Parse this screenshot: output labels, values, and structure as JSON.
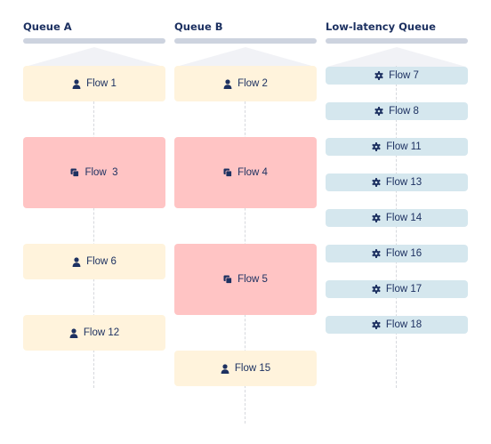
{
  "colors": {
    "title": "#1d3161",
    "bar": "#cdd3df",
    "user_card": "#fff3dc",
    "batch_card": "#ffc4c4",
    "system_card": "#d5e7ee"
  },
  "queues": [
    {
      "name": "Queue A",
      "flows": [
        {
          "label": "Flow 1",
          "icon": "person-icon"
        },
        {
          "label": "Flow  3",
          "icon": "stacked-pages-icon"
        },
        {
          "label": "Flow 6",
          "icon": "person-icon"
        },
        {
          "label": "Flow 12",
          "icon": "person-icon"
        }
      ]
    },
    {
      "name": "Queue B",
      "flows": [
        {
          "label": "Flow 2",
          "icon": "person-icon"
        },
        {
          "label": "Flow 4",
          "icon": "stacked-pages-icon"
        },
        {
          "label": "Flow 5",
          "icon": "stacked-pages-icon"
        },
        {
          "label": "Flow 15",
          "icon": "person-icon"
        }
      ]
    },
    {
      "name": "Low-latency Queue",
      "flows": [
        {
          "label": "Flow 7",
          "icon": "gear-icon"
        },
        {
          "label": "Flow 8",
          "icon": "gear-icon"
        },
        {
          "label": "Flow 11",
          "icon": "gear-icon"
        },
        {
          "label": "Flow 13",
          "icon": "gear-icon"
        },
        {
          "label": "Flow 14",
          "icon": "gear-icon"
        },
        {
          "label": "Flow 16",
          "icon": "gear-icon"
        },
        {
          "label": "Flow 17",
          "icon": "gear-icon"
        },
        {
          "label": "Flow 18",
          "icon": "gear-icon"
        }
      ]
    }
  ]
}
